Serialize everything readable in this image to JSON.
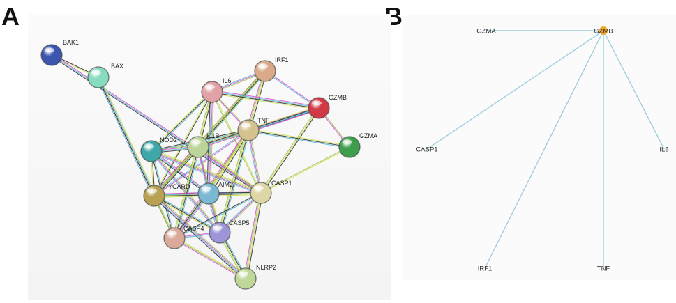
{
  "panels": {
    "a": {
      "label": "A"
    },
    "b": {
      "label": "B"
    }
  },
  "network_a": {
    "nodes": [
      {
        "id": "BAK1",
        "label": "BAK1",
        "color": "#3c56b0"
      },
      {
        "id": "BAX",
        "label": "BAX",
        "color": "#86dcc0"
      },
      {
        "id": "IRF1",
        "label": "IRF1",
        "color": "#d9a98a"
      },
      {
        "id": "IL6",
        "label": "IL6",
        "color": "#e0a2a4"
      },
      {
        "id": "GZMB",
        "label": "GZMB",
        "color": "#d13a45"
      },
      {
        "id": "TNF",
        "label": "TNF",
        "color": "#d4c28f"
      },
      {
        "id": "GZMA",
        "label": "GZMA",
        "color": "#3f9e4e"
      },
      {
        "id": "NOD2",
        "label": "NOD2",
        "color": "#3fa7a7"
      },
      {
        "id": "IL1B",
        "label": "IL1B",
        "color": "#bcd49a"
      },
      {
        "id": "PYCARD",
        "label": "PYCARD",
        "color": "#b8a055"
      },
      {
        "id": "AIM2",
        "label": "AIM2",
        "color": "#7ab8d4"
      },
      {
        "id": "CASP1",
        "label": "CASP1",
        "color": "#ddd6a6"
      },
      {
        "id": "CASP4",
        "label": "CASP4",
        "color": "#d9a999"
      },
      {
        "id": "CASP5",
        "label": "CASP5",
        "color": "#9c95d8"
      },
      {
        "id": "NLRP2",
        "label": "NLRP2",
        "color": "#bfd89a"
      }
    ],
    "edges": [
      [
        "BAK1",
        "BAX"
      ],
      [
        "BAK1",
        "CASP1"
      ],
      [
        "BAX",
        "PYCARD"
      ],
      [
        "BAX",
        "CASP4"
      ],
      [
        "IRF1",
        "IL6"
      ],
      [
        "IRF1",
        "TNF"
      ],
      [
        "IRF1",
        "GZMB"
      ],
      [
        "IRF1",
        "IL1B"
      ],
      [
        "IRF1",
        "PYCARD"
      ],
      [
        "IL6",
        "TNF"
      ],
      [
        "IL6",
        "IL1B"
      ],
      [
        "IL6",
        "GZMB"
      ],
      [
        "IL6",
        "CASP1"
      ],
      [
        "IL6",
        "NOD2"
      ],
      [
        "IL6",
        "AIM2"
      ],
      [
        "IL6",
        "PYCARD"
      ],
      [
        "TNF",
        "GZMB"
      ],
      [
        "TNF",
        "IL1B"
      ],
      [
        "TNF",
        "NOD2"
      ],
      [
        "TNF",
        "CASP1"
      ],
      [
        "TNF",
        "AIM2"
      ],
      [
        "TNF",
        "PYCARD"
      ],
      [
        "TNF",
        "CASP4"
      ],
      [
        "TNF",
        "CASP5"
      ],
      [
        "GZMB",
        "GZMA"
      ],
      [
        "GZMB",
        "CASP1"
      ],
      [
        "GZMB",
        "IL1B"
      ],
      [
        "GZMA",
        "CASP1"
      ],
      [
        "GZMA",
        "TNF"
      ],
      [
        "NOD2",
        "IL1B"
      ],
      [
        "NOD2",
        "PYCARD"
      ],
      [
        "NOD2",
        "AIM2"
      ],
      [
        "NOD2",
        "CASP1"
      ],
      [
        "NOD2",
        "CASP4"
      ],
      [
        "NOD2",
        "CASP5"
      ],
      [
        "IL1B",
        "PYCARD"
      ],
      [
        "IL1B",
        "AIM2"
      ],
      [
        "IL1B",
        "CASP1"
      ],
      [
        "IL1B",
        "CASP4"
      ],
      [
        "IL1B",
        "CASP5"
      ],
      [
        "PYCARD",
        "AIM2"
      ],
      [
        "PYCARD",
        "CASP1"
      ],
      [
        "PYCARD",
        "CASP4"
      ],
      [
        "PYCARD",
        "CASP5"
      ],
      [
        "PYCARD",
        "NLRP2"
      ],
      [
        "AIM2",
        "CASP1"
      ],
      [
        "AIM2",
        "CASP4"
      ],
      [
        "AIM2",
        "CASP5"
      ],
      [
        "CASP1",
        "CASP4"
      ],
      [
        "CASP1",
        "CASP5"
      ],
      [
        "CASP1",
        "NLRP2"
      ],
      [
        "CASP4",
        "CASP5"
      ],
      [
        "CASP4",
        "NLRP2"
      ],
      [
        "CASP5",
        "NLRP2"
      ]
    ],
    "edge_colors": [
      "#2b2b2b",
      "#d44fd0",
      "#cfe04a",
      "#55b8d6",
      "#9ac34f"
    ]
  },
  "network_b": {
    "center": "GZMB",
    "center_color": "#f5a623",
    "edge_color": "#9ccfe0",
    "nodes": [
      {
        "id": "GZMB",
        "label": "GZMB"
      },
      {
        "id": "GZMA",
        "label": "GZMA"
      },
      {
        "id": "CASP1",
        "label": "CASP1"
      },
      {
        "id": "IL6",
        "label": "IL6"
      },
      {
        "id": "IRF1",
        "label": "IRF1"
      },
      {
        "id": "TNF",
        "label": "TNF"
      }
    ],
    "edges": [
      [
        "GZMB",
        "GZMA"
      ],
      [
        "GZMB",
        "CASP1"
      ],
      [
        "GZMB",
        "IL6"
      ],
      [
        "GZMB",
        "IRF1"
      ],
      [
        "GZMB",
        "TNF"
      ]
    ]
  }
}
